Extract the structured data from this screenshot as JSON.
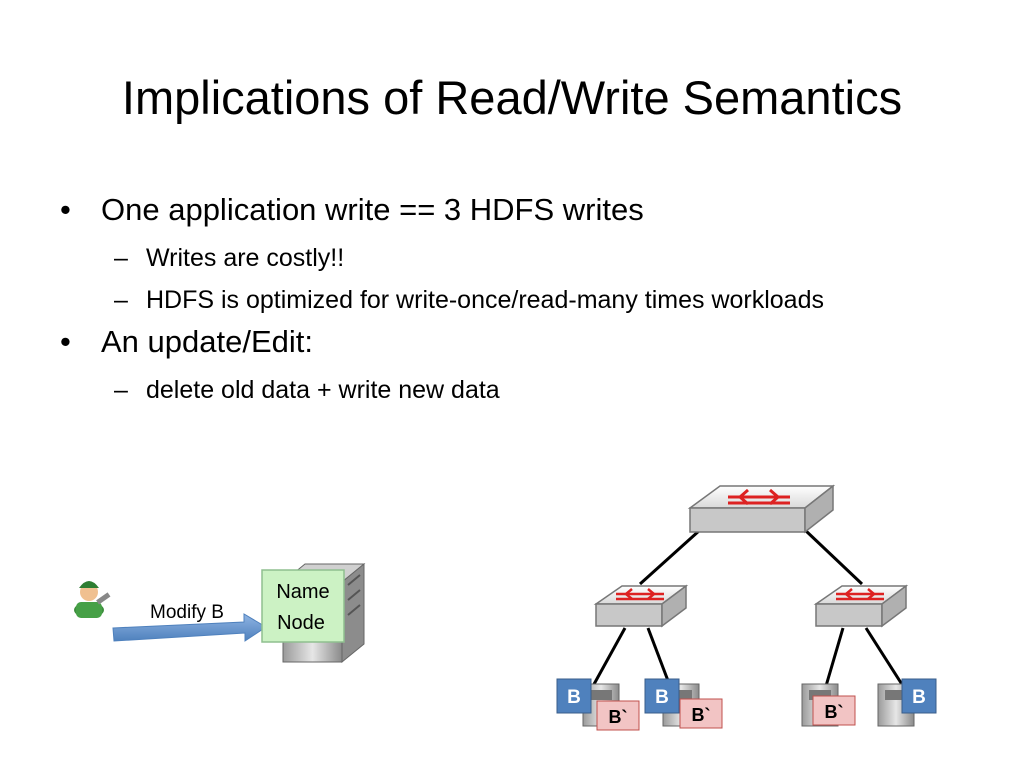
{
  "slide": {
    "title": "Implications of Read/Write Semantics",
    "bullets": [
      {
        "text": "One application write == 3 HDFS writes",
        "subs": [
          "Writes are costly!!",
          "HDFS is optimized for write-once/read-many times workloads"
        ]
      },
      {
        "text": "An update/Edit:",
        "subs": [
          "delete old data + write new data"
        ]
      }
    ]
  },
  "diagram": {
    "arrow_label": "Modify B",
    "namenode_line1": "Name",
    "namenode_line2": "Node",
    "block_label": "B",
    "new_block_label": "B`",
    "colors": {
      "block_blue": "#4f81bd",
      "block_pink": "#f2c4c4",
      "namenode_green": "#ccf2c4",
      "arrow_blue": "#4f81bd"
    }
  }
}
